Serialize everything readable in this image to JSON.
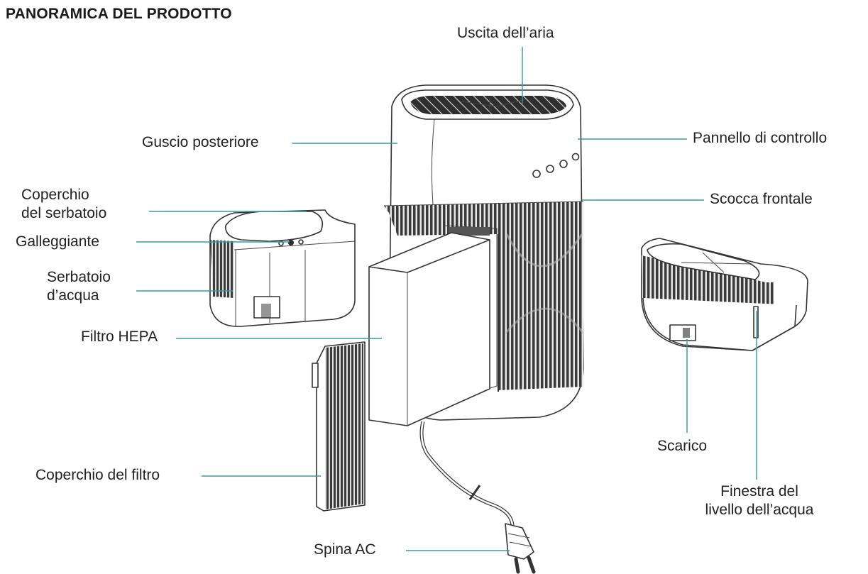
{
  "title": "PANORAMICA DEL PRODOTTO",
  "labels": {
    "air_outlet": "Uscita dell’aria",
    "rear_shell": "Guscio posteriore",
    "control_panel": "Pannello di controllo",
    "tank_cover_1": "Coperchio",
    "tank_cover_2": "del serbatoio",
    "front_shell": "Scocca frontale",
    "float": "Galleggiante",
    "water_tank_1": "Serbatoio",
    "water_tank_2": "d’acqua",
    "hepa_filter": "Filtro HEPA",
    "filter_cover": "Coperchio del filtro",
    "drain": "Scarico",
    "water_window_1": "Finestra del",
    "water_window_2": "livello dell’acqua",
    "ac_plug": "Spina AC"
  },
  "colors": {
    "leader": "#3a9aa0",
    "outline": "#333333",
    "dark_fill": "#2b2b2b"
  }
}
